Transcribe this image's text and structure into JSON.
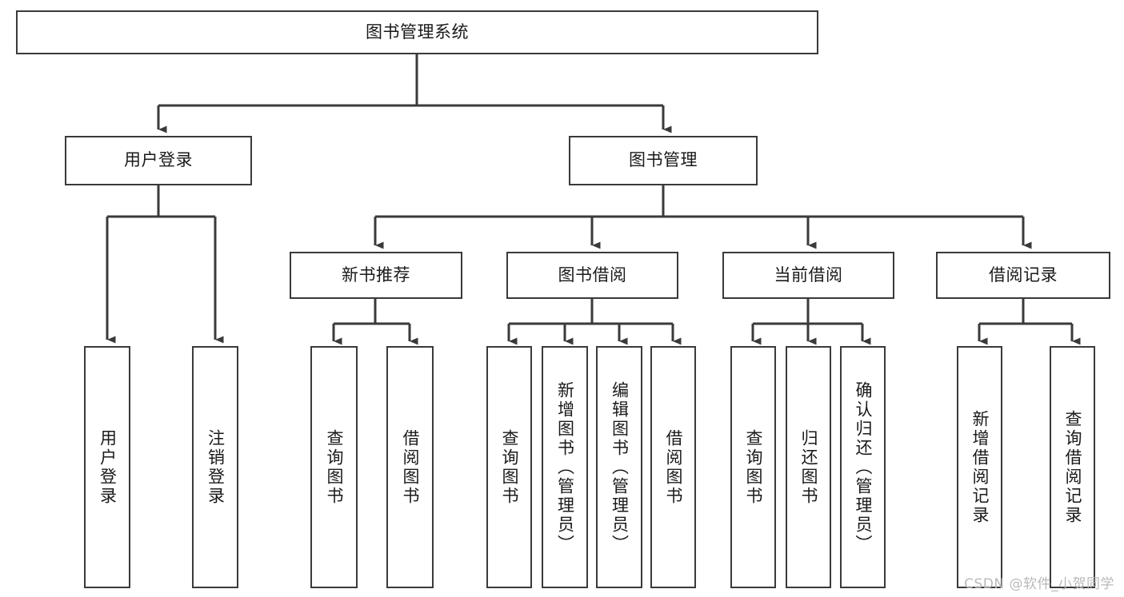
{
  "diagram": {
    "title": "图书管理系统",
    "watermark": "CSDN @软件_小贺同学",
    "line_color": "#3a3a3a",
    "box_fill": "#ffffff",
    "text_color": "#1a1a1a",
    "watermark_color": "#b9b9b9",
    "levels": {
      "root": {
        "label": "图书管理系统"
      },
      "level2": [
        {
          "label": "用户登录"
        },
        {
          "label": "图书管理"
        }
      ],
      "level3": [
        {
          "label": "新书推荐"
        },
        {
          "label": "图书借阅"
        },
        {
          "label": "当前借阅"
        },
        {
          "label": "借阅记录"
        }
      ],
      "level4": {
        "user_login_children": [
          {
            "label": "用户登录"
          },
          {
            "label": "注销登录"
          }
        ],
        "new_book_children": [
          {
            "label": "查询图书"
          },
          {
            "label": "借阅图书"
          }
        ],
        "book_borrow_children": [
          {
            "label": "查询图书"
          },
          {
            "label": "新增图书（管理员）"
          },
          {
            "label": "编辑图书（管理员）"
          },
          {
            "label": "借阅图书"
          }
        ],
        "current_borrow_children": [
          {
            "label": "查询图书"
          },
          {
            "label": "归还图书"
          },
          {
            "label": "确认归还（管理员）"
          }
        ],
        "borrow_record_children": [
          {
            "label": "新增借阅记录"
          },
          {
            "label": "查询借阅记录"
          }
        ]
      }
    }
  }
}
